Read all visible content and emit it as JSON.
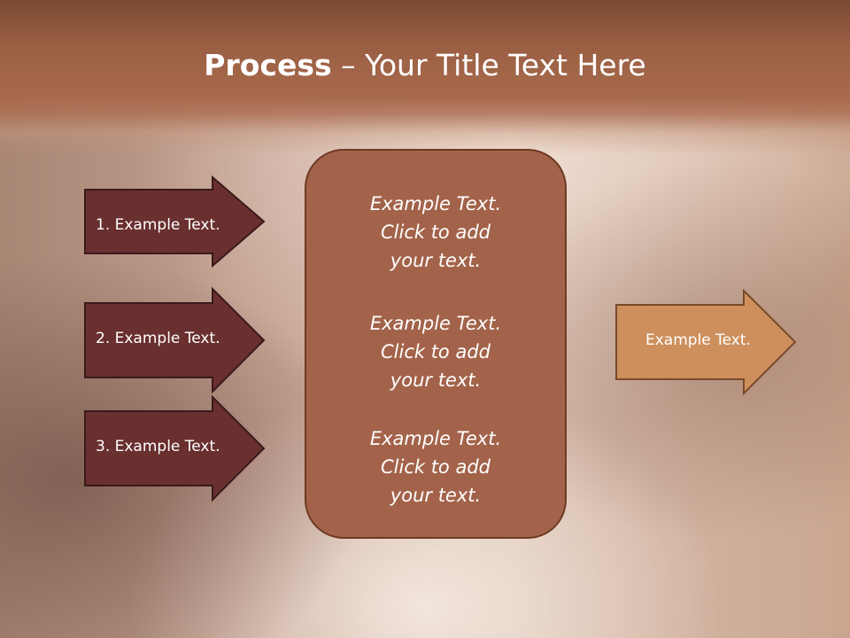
{
  "title": {
    "bold": "Process",
    "rest": " – Your Title Text Here"
  },
  "inputs": [
    "1. Example Text.",
    "2. Example Text.",
    "3. Example Text."
  ],
  "center_blocks": [
    {
      "line1": "Example Text.",
      "line2": "Click  to add",
      "line3": "your text."
    },
    {
      "line1": "Example Text.",
      "line2": "Click  to add",
      "line3": "your text."
    },
    {
      "line1": "Example Text.",
      "line2": "Click  to add",
      "line3": "your text."
    }
  ],
  "output": "Example Text.",
  "colors": {
    "title_band": "#9a5f43",
    "input_arrow_fill": "#6a2f2f",
    "center_box_fill": "#a3634a",
    "output_arrow_fill": "#cd8f5c",
    "text": "#ffffff"
  }
}
